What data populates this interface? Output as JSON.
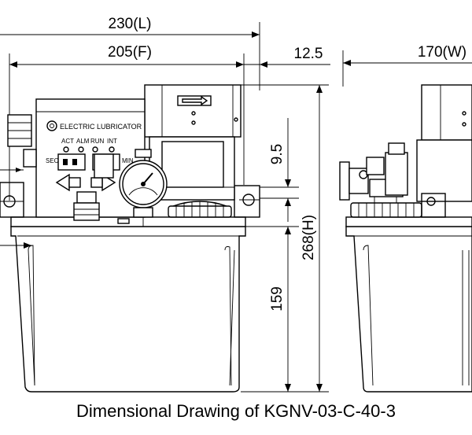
{
  "caption": "Dimensional Drawing of KGNV-03-C-40-3",
  "dimensions": {
    "length": "230(L)",
    "front": "205(F)",
    "offset": "12.5",
    "width": "170(W)",
    "small_height": "9.5",
    "height": "268(H)",
    "tank_height": "159"
  },
  "panel": {
    "brand": "ELECTRIC LUBRICATOR",
    "led_labels": [
      "ACT",
      "ALM",
      "RUN",
      "INT"
    ],
    "sec_label": "SEC",
    "min_label": "MIN"
  }
}
